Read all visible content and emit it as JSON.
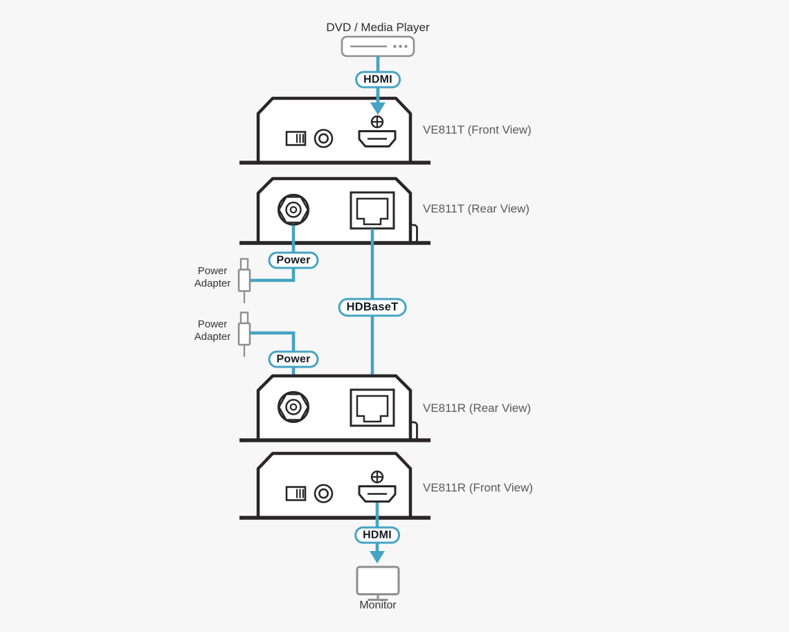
{
  "colors": {
    "accent": "#45A3C4",
    "outline": "#2A2627",
    "connector": "#8E8E8E",
    "device_label_text": "#595959",
    "body_text": "#333333",
    "pill_text": "#14181F",
    "background": "#F7F7F7"
  },
  "source_device": {
    "label": "DVD / Media Player"
  },
  "sink_device": {
    "label": "Monitor"
  },
  "devices": [
    {
      "label": "VE811T (Front View)"
    },
    {
      "label": "VE811T (Rear View)"
    },
    {
      "label": "VE811R (Rear View)"
    },
    {
      "label": "VE811R (Front View)"
    }
  ],
  "cables": {
    "hdmi_source": "HDMI",
    "power_transmitter": "Power",
    "hdbaset": "HDBaseT",
    "power_receiver": "Power",
    "hdmi_display": "HDMI"
  },
  "power_adapters": [
    {
      "line1": "Power",
      "line2": "Adapter"
    },
    {
      "line1": "Power",
      "line2": "Adapter"
    }
  ]
}
